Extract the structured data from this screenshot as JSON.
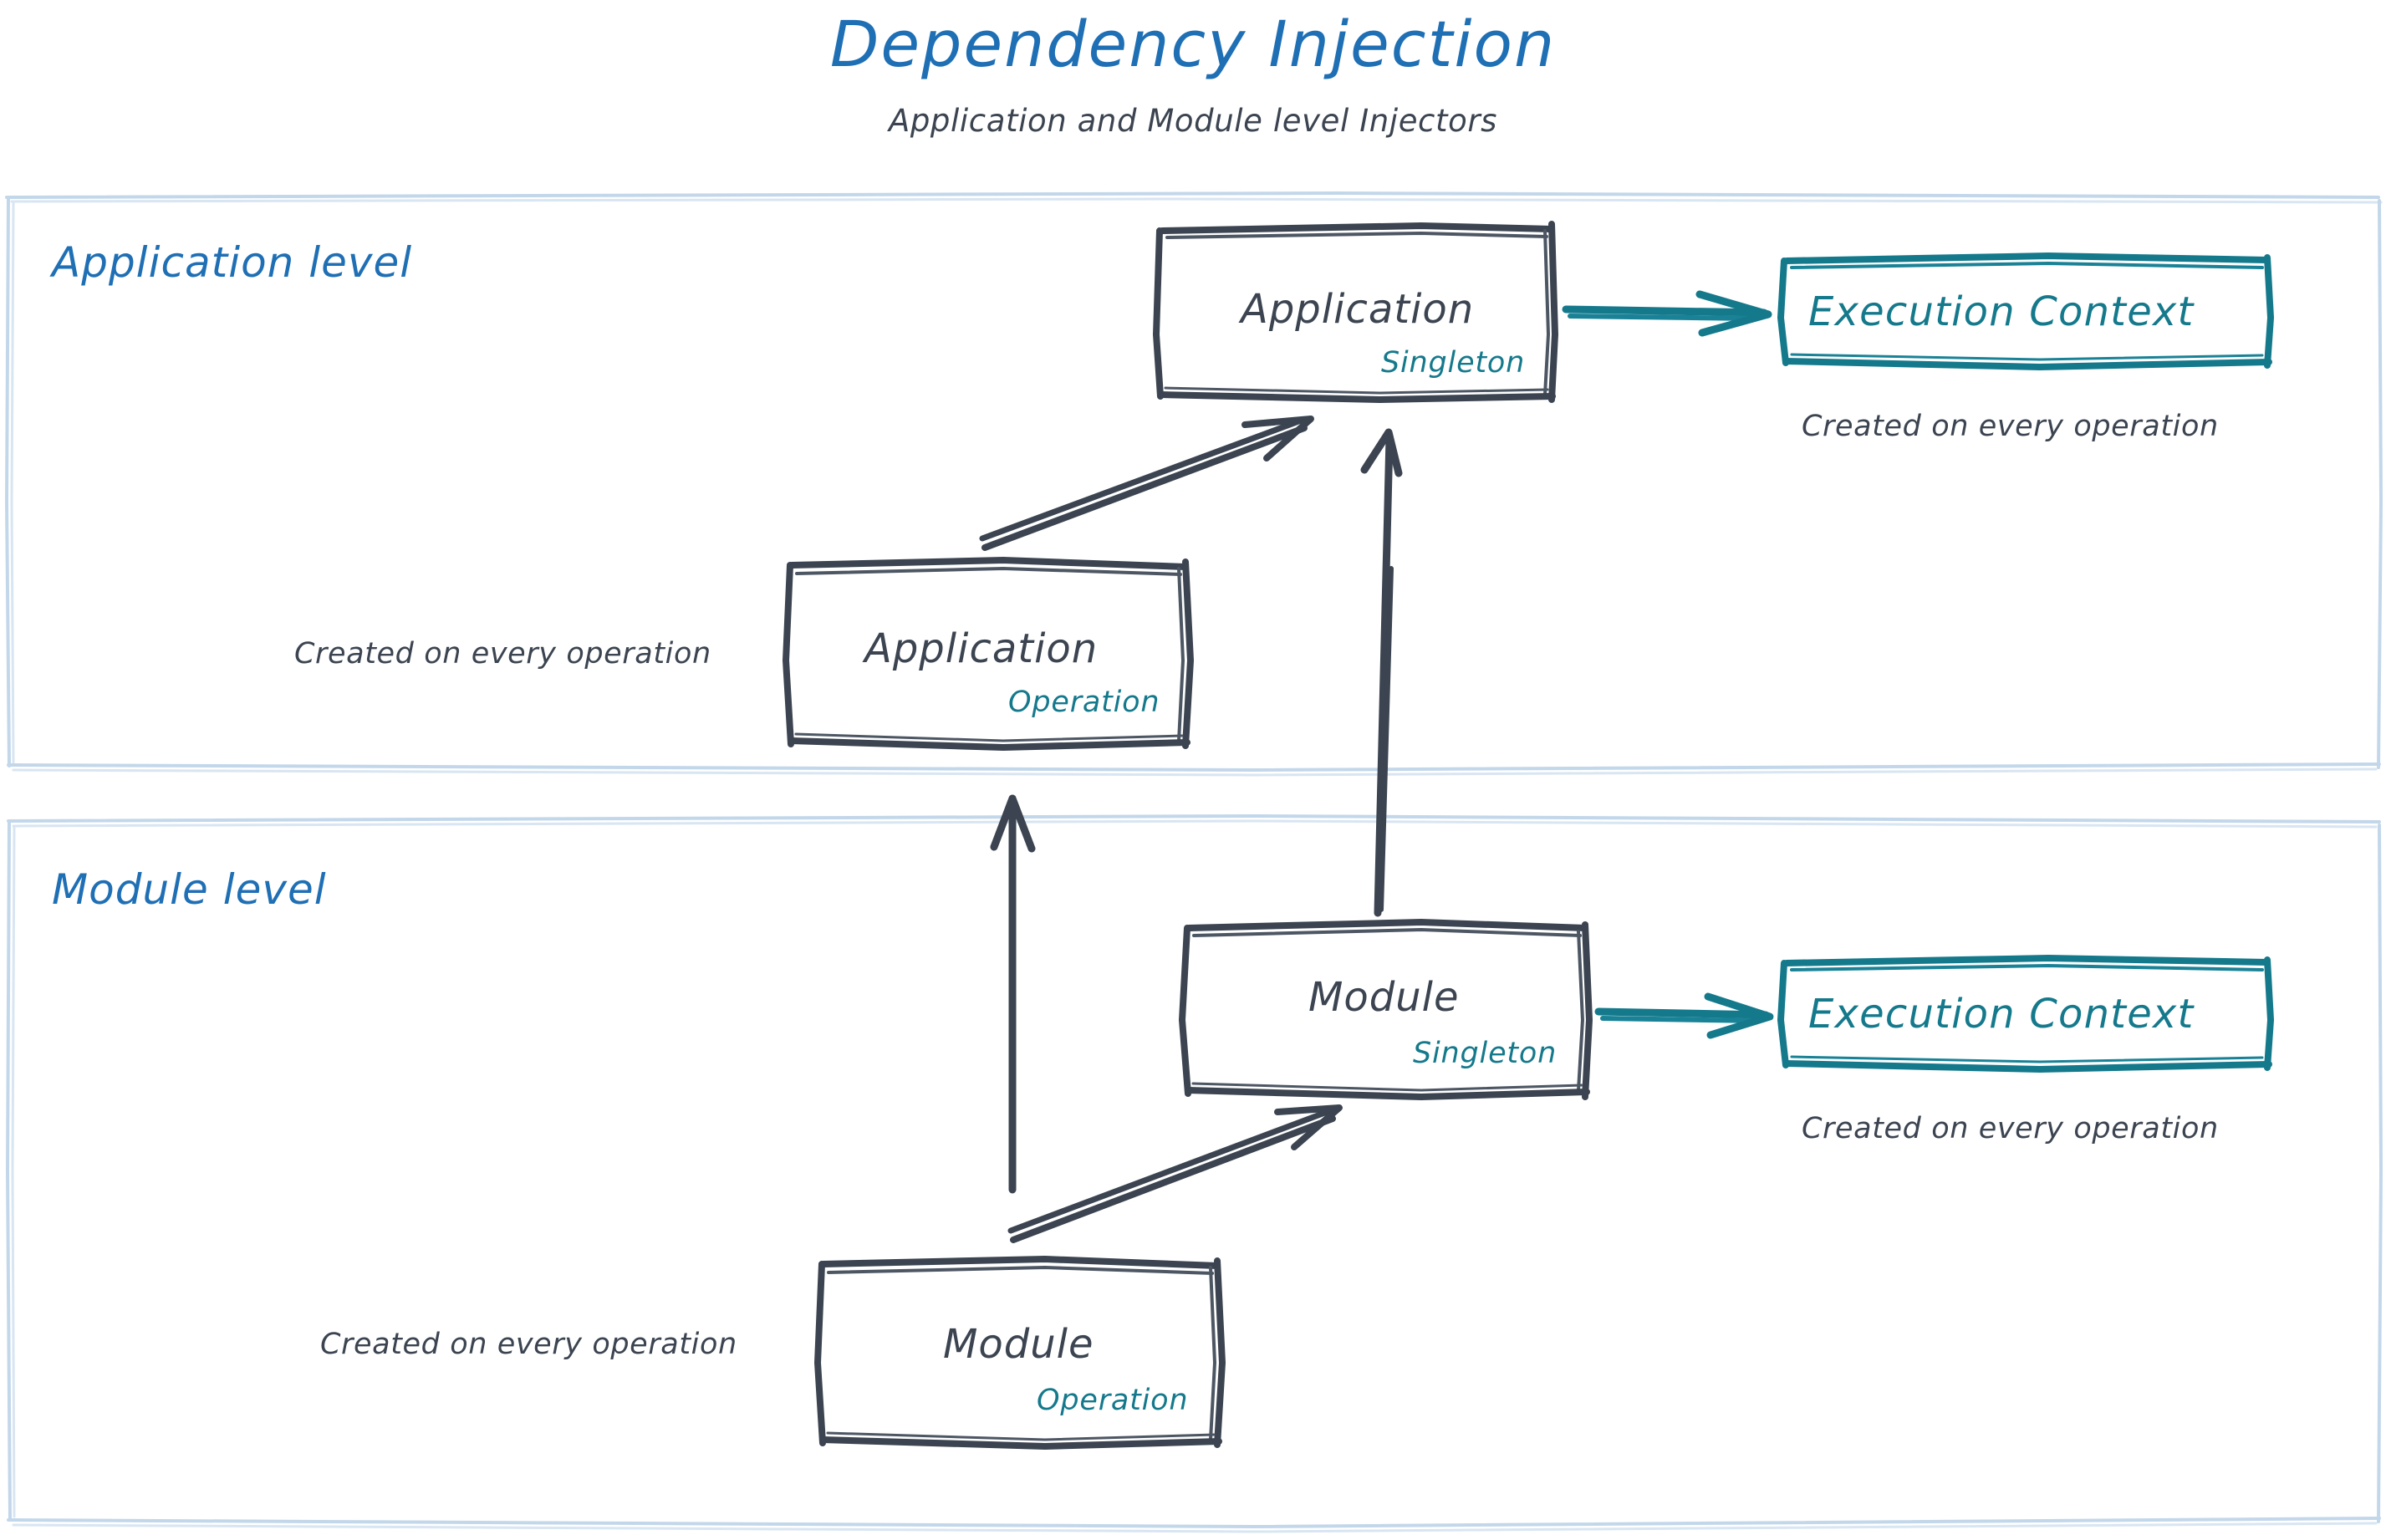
{
  "header": {
    "title": "Dependency Injection",
    "subtitle": "Application and Module level Injectors"
  },
  "colors": {
    "title_blue": "#1f6fb5",
    "group_border_blue": "#bcd3ea",
    "box_gray": "#3b4450",
    "accent_teal": "#15798c",
    "background": "#ffffff"
  },
  "groups": [
    {
      "id": "application-level",
      "label": "Application level"
    },
    {
      "id": "module-level",
      "label": "Module level"
    }
  ],
  "boxes": {
    "application_singleton": {
      "title": "Application",
      "scope": "Singleton"
    },
    "application_operation": {
      "title": "Application",
      "scope": "Operation"
    },
    "module_singleton": {
      "title": "Module",
      "scope": "Singleton"
    },
    "module_operation": {
      "title": "Module",
      "scope": "Operation"
    },
    "execution_context_app": {
      "title": "Execution Context"
    },
    "execution_context_module": {
      "title": "Execution Context"
    }
  },
  "notes": {
    "app_exec_ctx": "Created on every operation",
    "app_operation": "Created on every operation",
    "module_exec_ctx": "Created on every operation",
    "module_operation": "Created on every operation"
  },
  "arrows": [
    {
      "id": "app-singleton-to-exec-context",
      "from": "application_singleton",
      "to": "execution_context_app",
      "color": "#15798c",
      "direction": "right"
    },
    {
      "id": "app-operation-to-app-singleton",
      "from": "application_operation",
      "to": "application_singleton",
      "color": "#3b4450",
      "direction": "up-right"
    },
    {
      "id": "module-singleton-to-app-singleton",
      "from": "module_singleton",
      "to": "application_singleton",
      "color": "#3b4450",
      "direction": "up"
    },
    {
      "id": "module-operation-to-app-operation",
      "from": "module_operation",
      "to": "application_operation",
      "color": "#3b4450",
      "direction": "up"
    },
    {
      "id": "module-operation-to-module-singleton",
      "from": "module_operation",
      "to": "module_singleton",
      "color": "#3b4450",
      "direction": "up-right"
    },
    {
      "id": "module-singleton-to-exec-context",
      "from": "module_singleton",
      "to": "execution_context_module",
      "color": "#15798c",
      "direction": "right"
    }
  ]
}
